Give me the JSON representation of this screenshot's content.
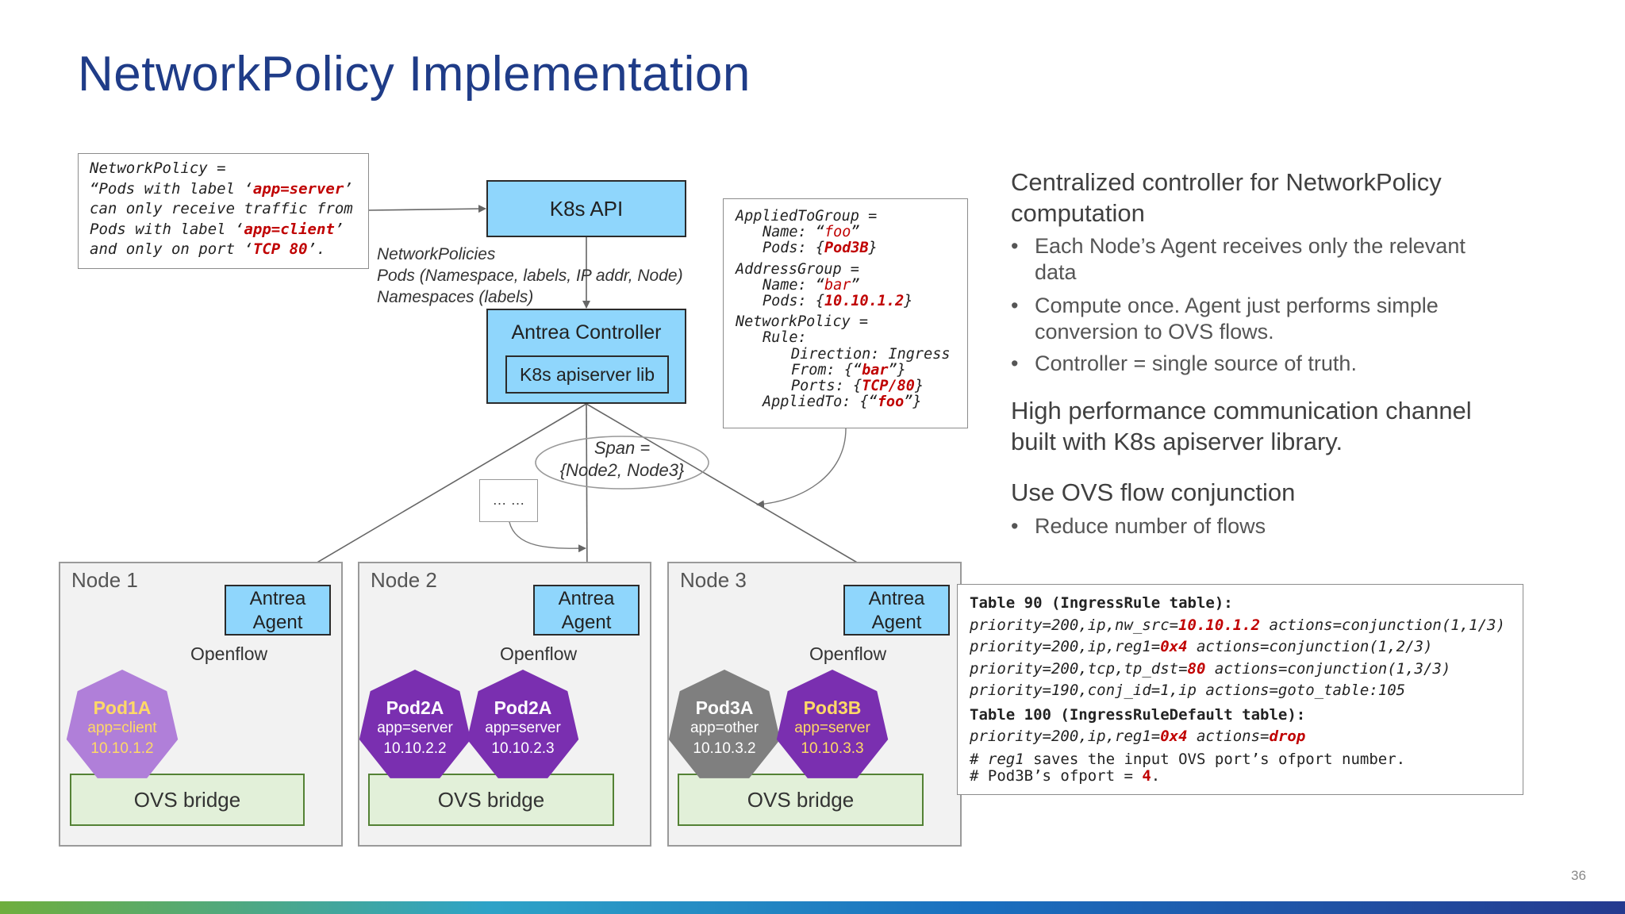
{
  "title": "NetworkPolicy Implementation",
  "policy_box": {
    "l1": "NetworkPolicy =",
    "l2_a": "“Pods with label ‘",
    "l2_b": "app=server",
    "l2_c": "’",
    "l3": "can only receive traffic from",
    "l4_a": "Pods with label ‘",
    "l4_b": "app=client",
    "l4_c": "’",
    "l5_a": "and only on port ‘",
    "l5_b": "TCP 80",
    "l5_c": "’."
  },
  "k8s_api": "K8s API",
  "watch_labels": {
    "l1": "NetworkPolicies",
    "l2": "Pods (Namespace, labels, IP addr, Node)",
    "l3": "Namespaces (labels)"
  },
  "controller": {
    "title": "Antrea Controller",
    "lib": "K8s apiserver lib"
  },
  "span": {
    "l1": "Span =",
    "l2": "{Node2, Node3}"
  },
  "ellipsis": "… …",
  "objects_box": {
    "a1": "AppliedToGroup =",
    "a2_a": "Name: “",
    "a2_b": "foo",
    "a2_c": "”",
    "a3_a": "Pods: {",
    "a3_b": "Pod3B",
    "a3_c": "}",
    "b1": "AddressGroup =",
    "b2_a": "Name: “",
    "b2_b": "bar",
    "b2_c": "”",
    "b3_a": "Pods: {",
    "b3_b": "10.10.1.2",
    "b3_c": "}",
    "c1": "NetworkPolicy =",
    "c2": "Rule:",
    "c3": "Direction: Ingress",
    "c4_a": "From: {“",
    "c4_b": "bar",
    "c4_c": "”}",
    "c5_a": "Ports: {",
    "c5_b": "TCP/80",
    "c5_c": "}",
    "c6_a": "AppliedTo: {“",
    "c6_b": "foo",
    "c6_c": "”}"
  },
  "nodes": [
    {
      "label": "Node 1",
      "agent": [
        "Antrea",
        "Agent"
      ],
      "openflow": "Openflow",
      "ovs": "OVS bridge",
      "pods": [
        {
          "name": "Pod1A",
          "label": "app=client",
          "ip": "10.10.1.2"
        }
      ]
    },
    {
      "label": "Node 2",
      "agent": [
        "Antrea",
        "Agent"
      ],
      "openflow": "Openflow",
      "ovs": "OVS bridge",
      "pods": [
        {
          "name": "Pod2A",
          "label": "app=server",
          "ip": "10.10.2.2"
        },
        {
          "name": "Pod2A",
          "label": "app=server",
          "ip": "10.10.2.3"
        }
      ]
    },
    {
      "label": "Node 3",
      "agent": [
        "Antrea",
        "Agent"
      ],
      "openflow": "Openflow",
      "ovs": "OVS bridge",
      "pods": [
        {
          "name": "Pod3A",
          "label": "app=other",
          "ip": "10.10.3.2"
        },
        {
          "name": "Pod3B",
          "label": "app=server",
          "ip": "10.10.3.3"
        }
      ]
    }
  ],
  "flows_box": {
    "t1": "Table 90 (IngressRule table):",
    "f1_a": "priority=200,ip,nw_src=",
    "f1_b": "10.10.1.2",
    "f1_c": " actions=conjunction(1,1/3)",
    "f2_a": "priority=200,ip,reg1=",
    "f2_b": "0x4",
    "f2_c": " actions=conjunction(1,2/3)",
    "f3_a": "priority=200,tcp,tp_dst=",
    "f3_b": "80",
    "f3_c": " actions=conjunction(1,3/3)",
    "f4": "priority=190,conj_id=1,ip actions=goto_table:105",
    "t2": "Table 100 (IngressRuleDefault table):",
    "f5_a": "priority=200,ip,reg1=",
    "f5_b": "0x4",
    "f5_c": " actions=",
    "f5_d": "drop",
    "c1_a": "# ",
    "c1_b": "reg1",
    "c1_c": " saves the input OVS port’s ofport number.",
    "c2_a": "# Pod3B’s ofport = ",
    "c2_b": "4",
    "c2_c": "."
  },
  "right": {
    "h1_l1": "Centralized controller for NetworkPolicy",
    "h1_l2": "computation",
    "b1_l1": "Each Node’s Agent receives only the relevant",
    "b1_l2": "data",
    "b2_l1": "Compute once. Agent just performs simple",
    "b2_l2": "conversion to OVS flows.",
    "b3": "Controller = single source of truth.",
    "h2_l1": "High performance communication channel",
    "h2_l2": "built with K8s apiserver library.",
    "h3": "Use OVS flow conjunction",
    "b4": "Reduce number of flows",
    "bullet": "•"
  },
  "page_number": "36",
  "colors": {
    "blue_box": "#8fd6fc",
    "title": "#1f3c88",
    "ovs_fill": "#e2f0d9",
    "pod_client": "#b07fd9",
    "pod_server": "#7a2fb0",
    "pod_other": "#7f7f7f",
    "pod_text_yellow": "#ffd966",
    "red_text": "#c00000"
  }
}
